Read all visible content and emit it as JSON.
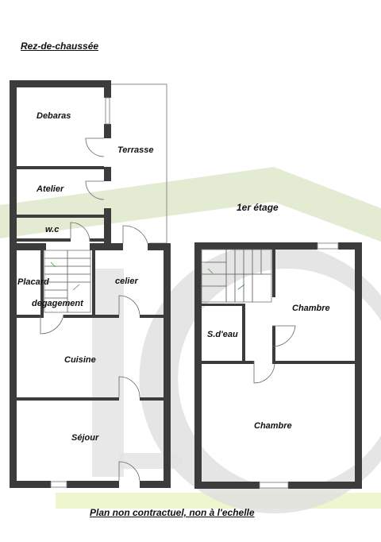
{
  "ground_floor": {
    "heading": "Rez-de-chaussée",
    "rooms": {
      "debaras": "Debaras",
      "terrasse": "Terrasse",
      "atelier": "Atelier",
      "wc": "w.c",
      "placard": "Placard",
      "celier": "celier",
      "degagement": "degagement",
      "cuisine": "Cuisine",
      "sejour": "Séjour"
    }
  },
  "first_floor": {
    "heading": "1er étage",
    "rooms": {
      "chambre_1": "Chambre",
      "salle_d_eau": "S.d'eau",
      "chambre_2": "Chambre"
    }
  },
  "footer": "Plan non contractuel, non à l'echelle",
  "colors": {
    "wall": "#3c3c3c",
    "watermark_green": "#e3ecd3",
    "watermark_grey": "#dedede"
  },
  "icons": [
    "watermark-logo",
    "staircase-icon",
    "door-swing-icon",
    "window-icon"
  ]
}
